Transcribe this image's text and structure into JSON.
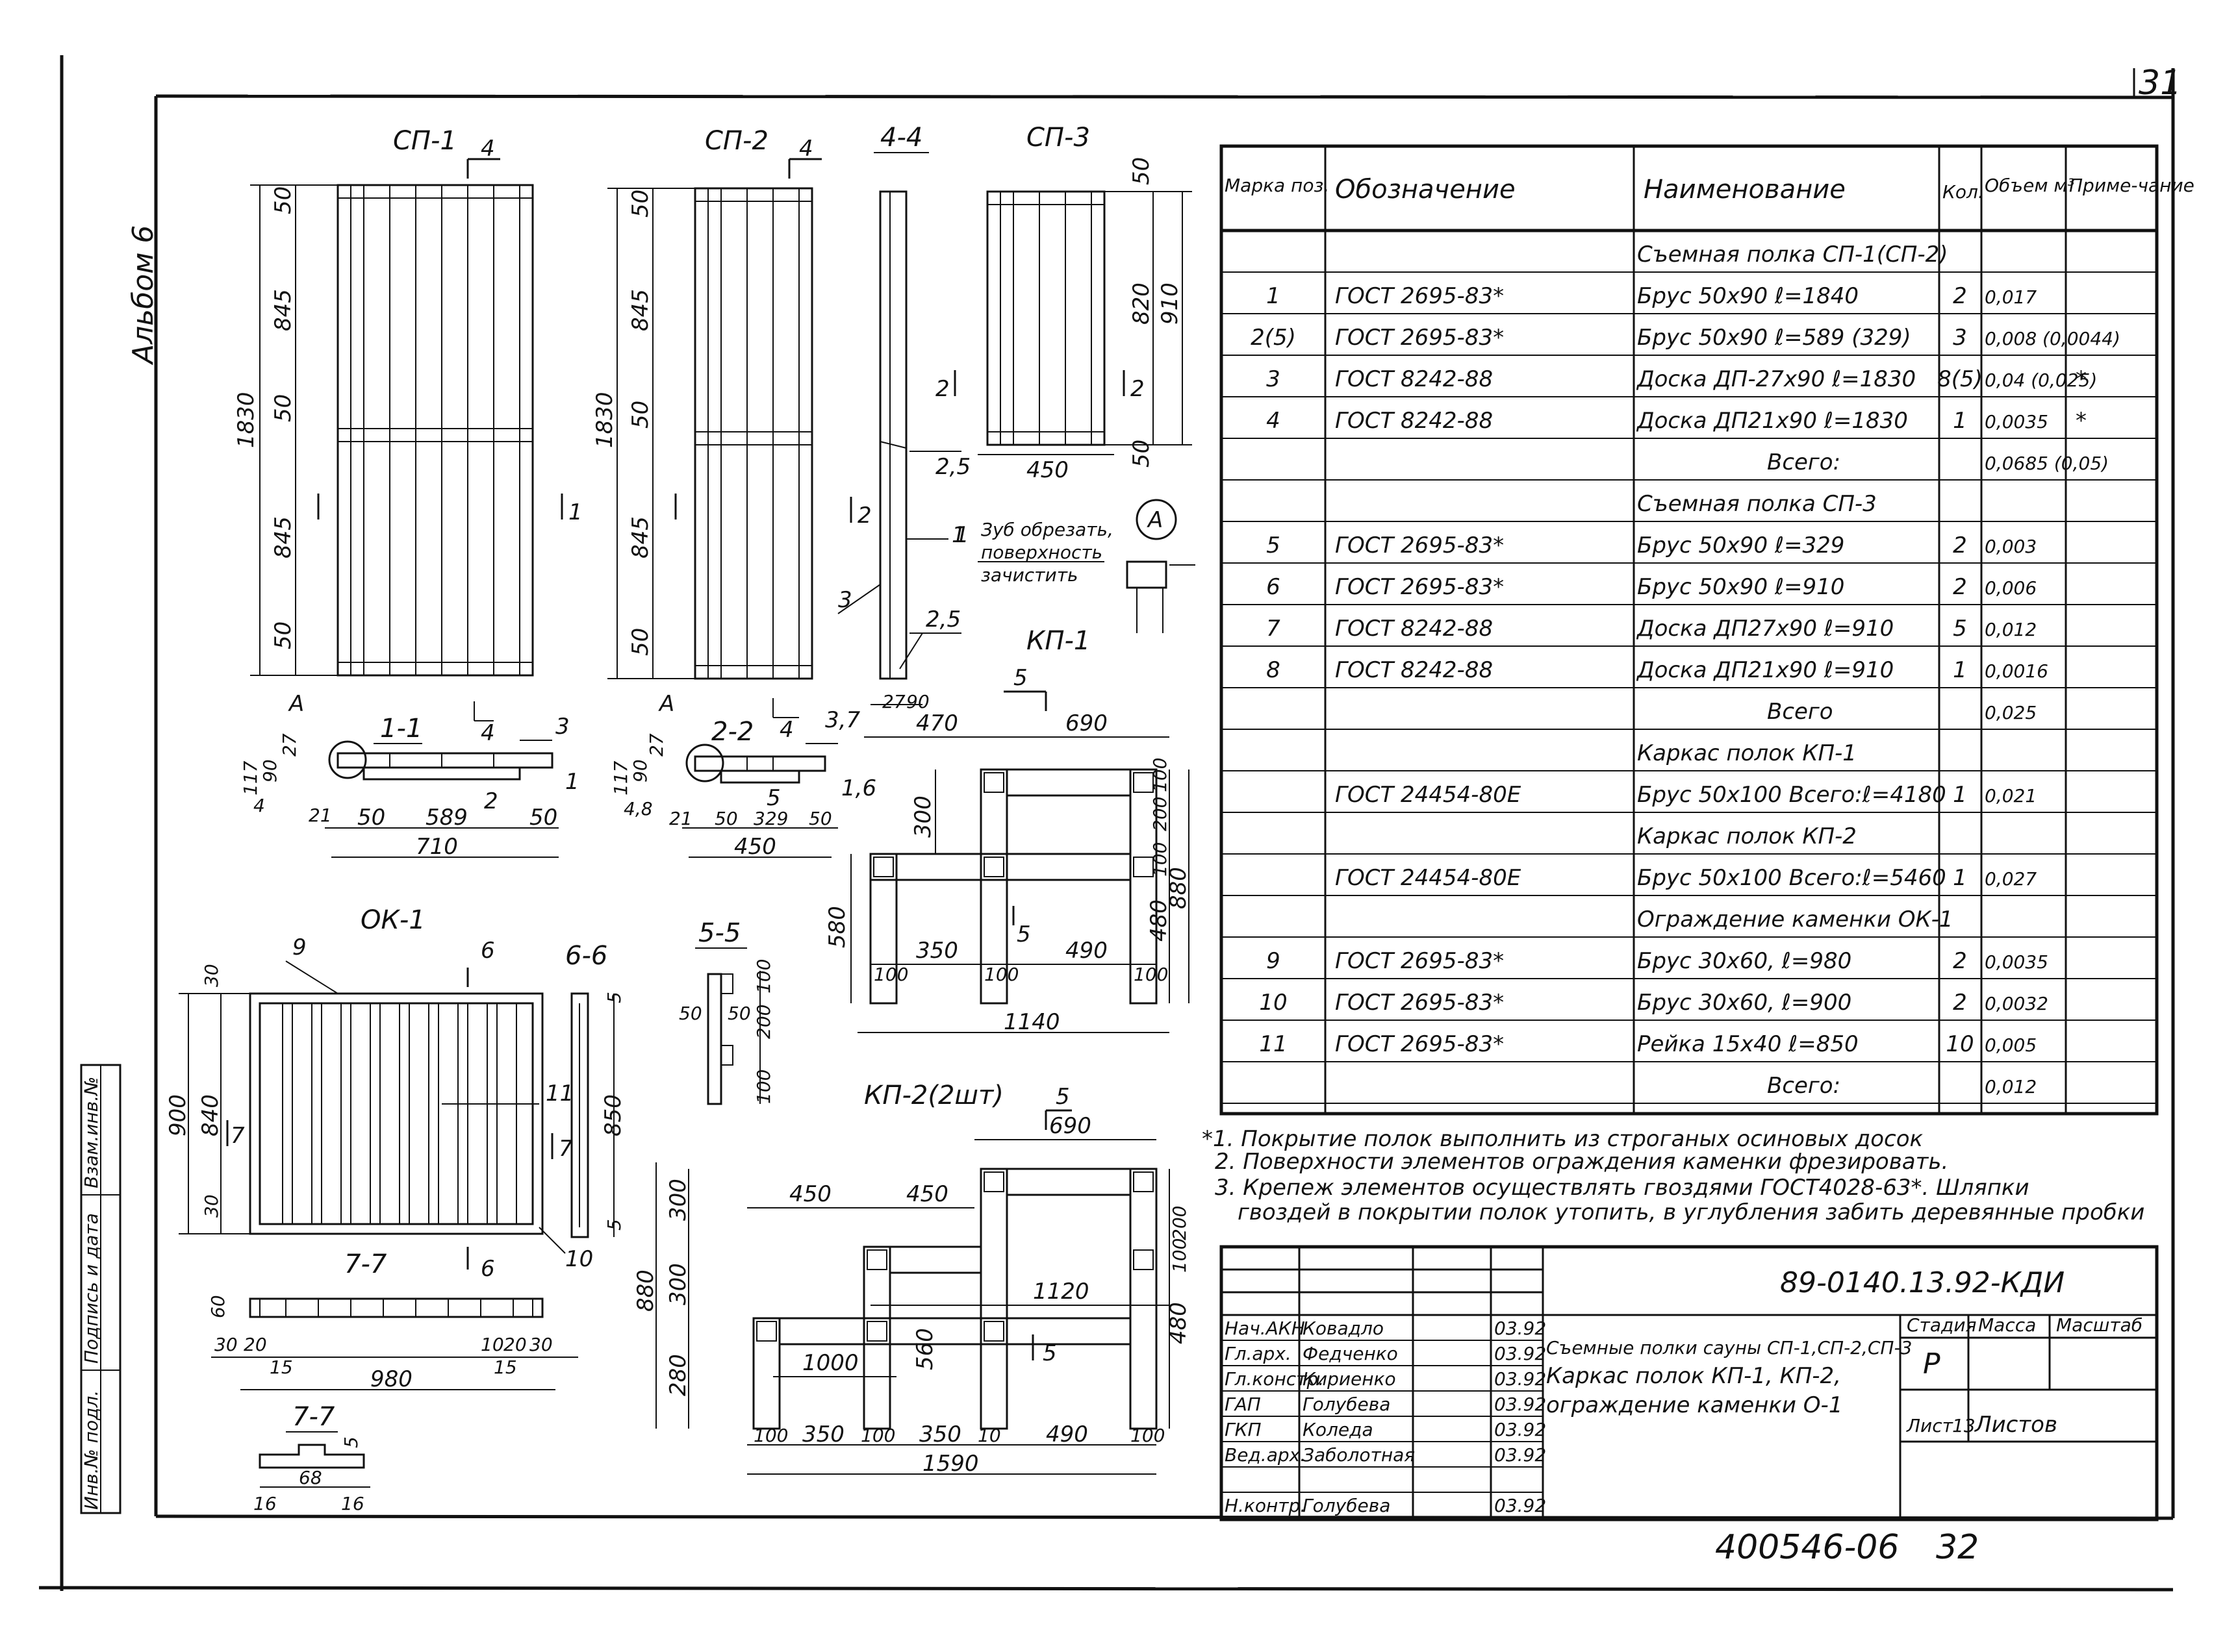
{
  "page_number": "31",
  "album_label": "Альбом 6",
  "left_stamp": {
    "inv_no": "Инв.№ подл.",
    "sign_date": "Подпись и дата",
    "replace_inv": "Взам.инв.№"
  },
  "drawings": {
    "sp1": {
      "title": "СП-1",
      "section_mark": "4",
      "dims": [
        "50",
        "845",
        "50",
        "845",
        "50",
        "1830"
      ],
      "cut": "1"
    },
    "sp2": {
      "title": "СП-2",
      "section_mark": "4",
      "dims": [
        "50",
        "845",
        "50",
        "845",
        "50",
        "1830"
      ],
      "cut": "2"
    },
    "s44": {
      "title": "4-4",
      "dims": [
        "2,5",
        "2,5",
        "27",
        "90"
      ],
      "labels": [
        "1",
        "3"
      ]
    },
    "sp3": {
      "title": "СП-3",
      "dims": [
        "50",
        "820",
        "50",
        "910",
        "450"
      ],
      "cut": "2"
    },
    "note_a": {
      "mark": "А",
      "pos": "1",
      "text1": "Зуб обрезать,",
      "text2": "поверхность",
      "text3": "зачистить"
    },
    "s11": {
      "title": "1-1",
      "mark": "А",
      "dims": [
        "27",
        "90",
        "117",
        "4",
        "21",
        "50",
        "589",
        "50",
        "710"
      ],
      "pos": [
        "3",
        "1",
        "2"
      ]
    },
    "s22": {
      "title": "2-2",
      "mark": "А",
      "dims": [
        "27",
        "90",
        "117",
        "4,8",
        "21",
        "50",
        "329",
        "50",
        "450"
      ],
      "pos": [
        "3,7",
        "1,6",
        "5"
      ]
    },
    "kp1": {
      "title": "КП-1",
      "cut": "5",
      "dims": [
        "470",
        "690",
        "300",
        "200",
        "100",
        "100",
        "480",
        "880",
        "580",
        "350",
        "490",
        "100",
        "100",
        "100",
        "1140"
      ]
    },
    "ok1": {
      "title": "ОК-1",
      "cut": "6",
      "pos": [
        "9",
        "11",
        "10"
      ],
      "dims": [
        "30",
        "840",
        "900",
        "30",
        "7"
      ]
    },
    "s66": {
      "title": "6-6",
      "dims": [
        "5",
        "850",
        "5"
      ]
    },
    "s55": {
      "title": "5-5",
      "dims": [
        "100",
        "200",
        "100",
        "50",
        "50"
      ]
    },
    "s77a": {
      "title": "7-7",
      "dims": [
        "60",
        "30",
        "20",
        "15",
        "980",
        "10",
        "20",
        "30",
        "15"
      ]
    },
    "s77b": {
      "title": "7-7",
      "dims": [
        "16",
        "68",
        "16",
        "5"
      ]
    },
    "kp2": {
      "title": "КП-2(2шт)",
      "cut": "5",
      "dims": [
        "690",
        "450",
        "450",
        "300",
        "300",
        "280",
        "880",
        "1120",
        "560",
        "1000",
        "200",
        "100",
        "480",
        "100",
        "350",
        "100",
        "350",
        "10",
        "490",
        "100",
        "1590"
      ]
    }
  },
  "spec": {
    "headers": [
      "Марка поз.",
      "Обозначение",
      "Наименование",
      "Кол.",
      "Объем м³",
      "Приме-чание"
    ],
    "rows": [
      {
        "pos": "",
        "oboz": "",
        "name": "Съемная полка СП-1(СП-2)",
        "kol": "",
        "vol": "",
        "note": ""
      },
      {
        "pos": "1",
        "oboz": "ГОСТ 2695-83*",
        "name": "Брус 50х90 ℓ=1840",
        "kol": "2",
        "vol": "0,017",
        "note": ""
      },
      {
        "pos": "2(5)",
        "oboz": "ГОСТ 2695-83*",
        "name": "Брус 50х90 ℓ=589 (329)",
        "kol": "3",
        "vol": "0,008 (0,0044)",
        "note": ""
      },
      {
        "pos": "3",
        "oboz": "ГОСТ 8242-88",
        "name": "Доска ДП-27х90 ℓ=1830",
        "kol": "8(5)",
        "vol": "0,04 (0,025)",
        "note": "*"
      },
      {
        "pos": "4",
        "oboz": "ГОСТ 8242-88",
        "name": "Доска ДП21х90 ℓ=1830",
        "kol": "1",
        "vol": "0,0035",
        "note": "*"
      },
      {
        "pos": "",
        "oboz": "",
        "name": "Всего:",
        "kol": "",
        "vol": "0,0685 (0,05)",
        "note": ""
      },
      {
        "pos": "",
        "oboz": "",
        "name": "Съемная полка СП-3",
        "kol": "",
        "vol": "",
        "note": ""
      },
      {
        "pos": "5",
        "oboz": "ГОСТ 2695-83*",
        "name": "Брус 50х90 ℓ=329",
        "kol": "2",
        "vol": "0,003",
        "note": ""
      },
      {
        "pos": "6",
        "oboz": "ГОСТ 2695-83*",
        "name": "Брус 50х90 ℓ=910",
        "kol": "2",
        "vol": "0,006",
        "note": ""
      },
      {
        "pos": "7",
        "oboz": "ГОСТ 8242-88",
        "name": "Доска ДП27х90 ℓ=910",
        "kol": "5",
        "vol": "0,012",
        "note": ""
      },
      {
        "pos": "8",
        "oboz": "ГОСТ 8242-88",
        "name": "Доска ДП21х90 ℓ=910",
        "kol": "1",
        "vol": "0,0016",
        "note": ""
      },
      {
        "pos": "",
        "oboz": "",
        "name": "Всего",
        "kol": "",
        "vol": "0,025",
        "note": ""
      },
      {
        "pos": "",
        "oboz": "",
        "name": "Каркас полок КП-1",
        "kol": "",
        "vol": "",
        "note": ""
      },
      {
        "pos": "",
        "oboz": "ГОСТ 24454-80Е",
        "name": "Брус 50х100 Всего:ℓ=4180",
        "kol": "1",
        "vol": "0,021",
        "note": ""
      },
      {
        "pos": "",
        "oboz": "",
        "name": "Каркас полок КП-2",
        "kol": "",
        "vol": "",
        "note": ""
      },
      {
        "pos": "",
        "oboz": "ГОСТ 24454-80Е",
        "name": "Брус 50х100 Всего:ℓ=5460",
        "kol": "1",
        "vol": "0,027",
        "note": ""
      },
      {
        "pos": "",
        "oboz": "",
        "name": "Ограждение каменки ОК-1",
        "kol": "",
        "vol": "",
        "note": ""
      },
      {
        "pos": "9",
        "oboz": "ГОСТ 2695-83*",
        "name": "Брус 30х60, ℓ=980",
        "kol": "2",
        "vol": "0,0035",
        "note": ""
      },
      {
        "pos": "10",
        "oboz": "ГОСТ 2695-83*",
        "name": "Брус 30х60, ℓ=900",
        "kol": "2",
        "vol": "0,0032",
        "note": ""
      },
      {
        "pos": "11",
        "oboz": "ГОСТ 2695-83*",
        "name": "Рейка 15х40 ℓ=850",
        "kol": "10",
        "vol": "0,005",
        "note": ""
      },
      {
        "pos": "",
        "oboz": "",
        "name": "Всего:",
        "kol": "",
        "vol": "0,012",
        "note": ""
      }
    ]
  },
  "notes": [
    "*1. Покрытие полок выполнить из строганых осиновых досок",
    "2. Поверхности элементов ограждения каменки фрезировать.",
    "3. Крепеж элементов осуществлять гвоздями ГОСТ4028-63*. Шляпки",
    "гвоздей в покрытии полок утопить, в углубления забить деревянные пробки"
  ],
  "title_block": {
    "code": "89-0140.13.92-КДИ",
    "description": [
      "Съемные полки сауны СП-1,СП-2,СП-3",
      "Каркас полок КП-1, КП-2,",
      "ограждение каменки О-1"
    ],
    "stage_label": "Стадия",
    "mass_label": "Масса",
    "scale_label": "Масштаб",
    "stage": "Р",
    "sheet_label": "Лист",
    "sheet": "13",
    "sheets_label": "Листов",
    "signers": [
      {
        "role": "Нач.АКН",
        "name": "Ковадло",
        "date": "03.92"
      },
      {
        "role": "Гл.арх.",
        "name": "Федченко",
        "date": "03.92"
      },
      {
        "role": "Гл.констр.",
        "name": "Кириенко",
        "date": "03.92"
      },
      {
        "role": "ГАП",
        "name": "Голубева",
        "date": "03.92"
      },
      {
        "role": "ГКП",
        "name": "Коледа",
        "date": "03.92"
      },
      {
        "role": "Вед.арх.",
        "name": "Заболотная",
        "date": "03.92"
      },
      {
        "role": "",
        "name": "",
        "date": ""
      },
      {
        "role": "Н.контр.",
        "name": "Голубева",
        "date": "03.92"
      }
    ]
  },
  "bottom_code": "400546-06",
  "bottom_page": "32"
}
